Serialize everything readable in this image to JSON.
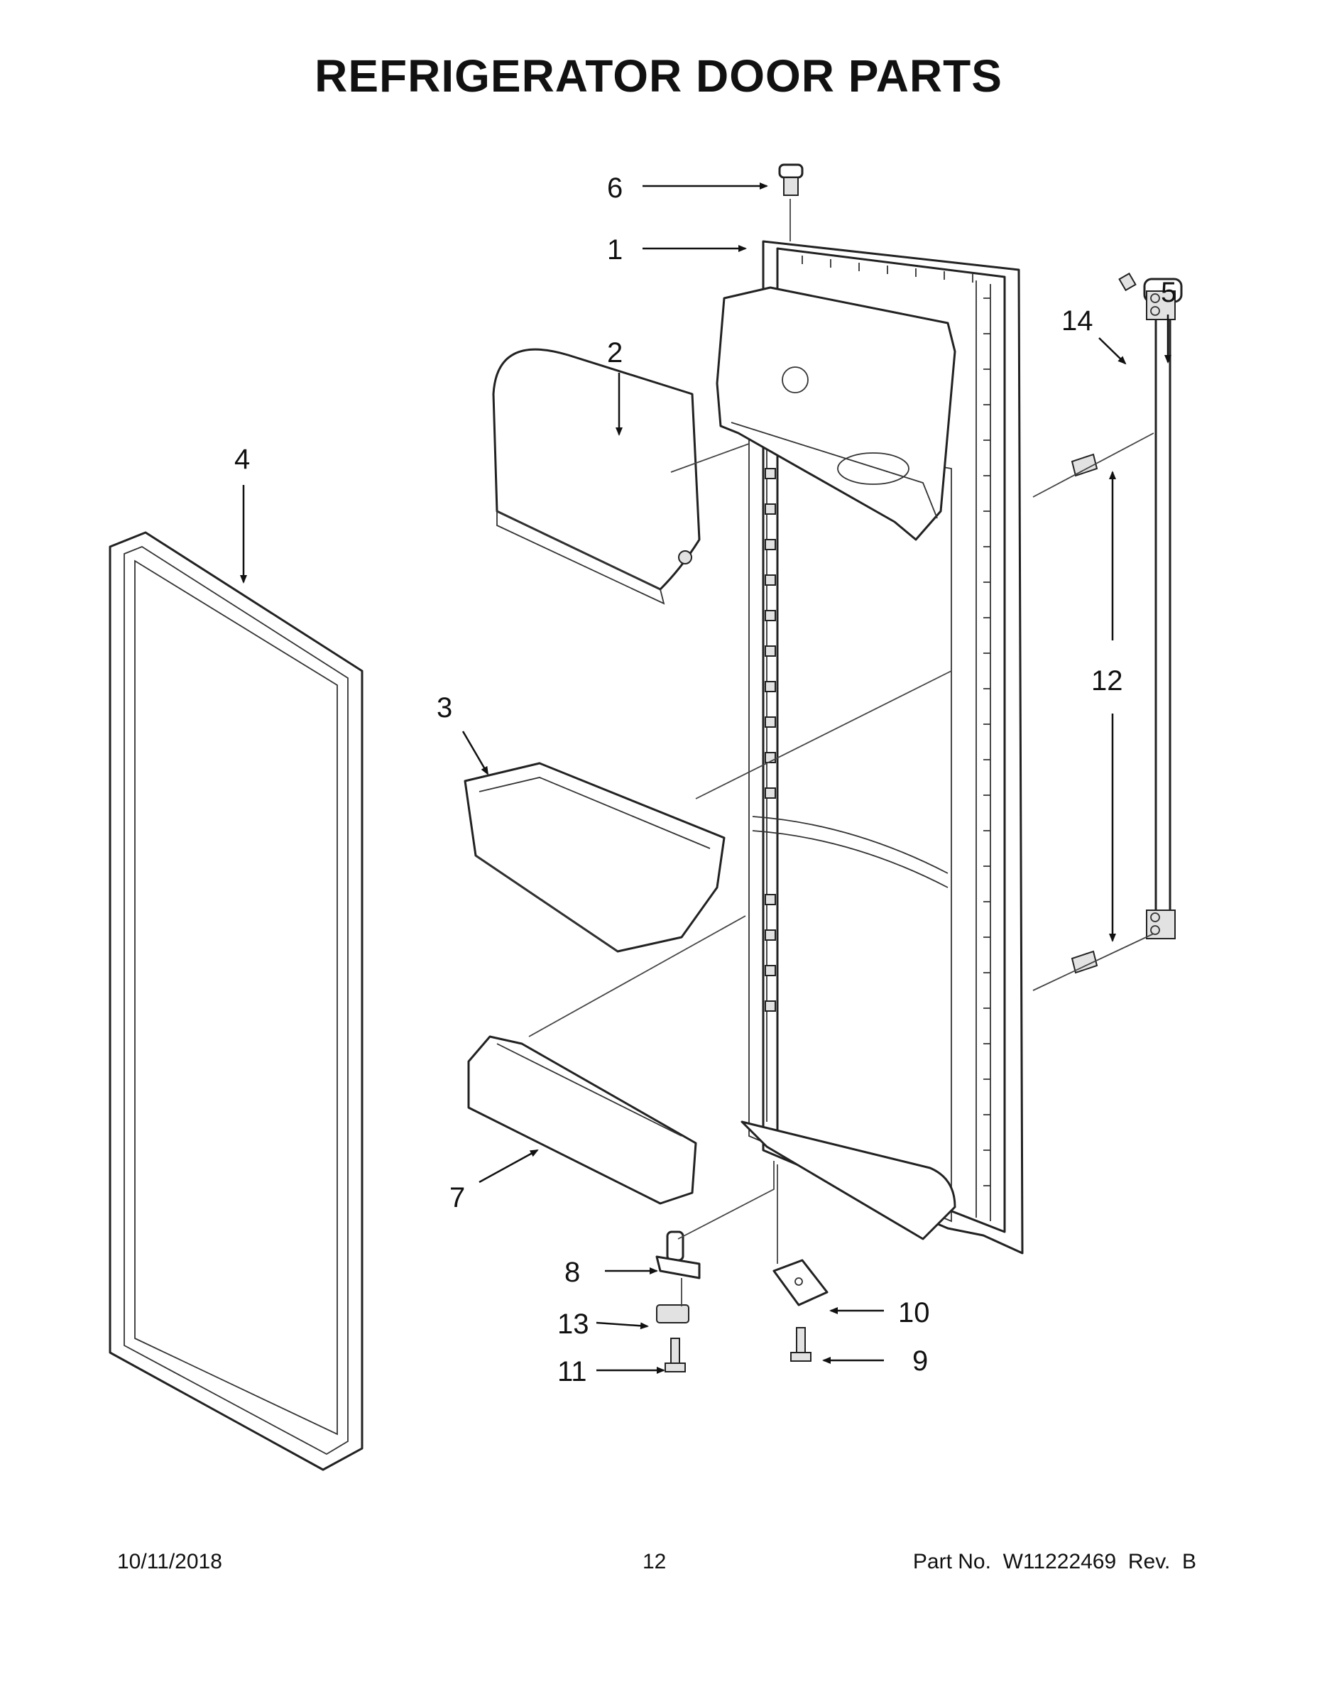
{
  "title": "REFRIGERATOR DOOR PARTS",
  "callouts": {
    "c1": "1",
    "c2": "2",
    "c3": "3",
    "c4": "4",
    "c5": "5",
    "c6": "6",
    "c7": "7",
    "c8": "8",
    "c9": "9",
    "c10": "10",
    "c11": "11",
    "c12": "12",
    "c13": "13",
    "c14": "14"
  },
  "footer": {
    "date": "10/11/2018",
    "page": "12",
    "part_no": "Part No.  W11222469  Rev.  B"
  }
}
